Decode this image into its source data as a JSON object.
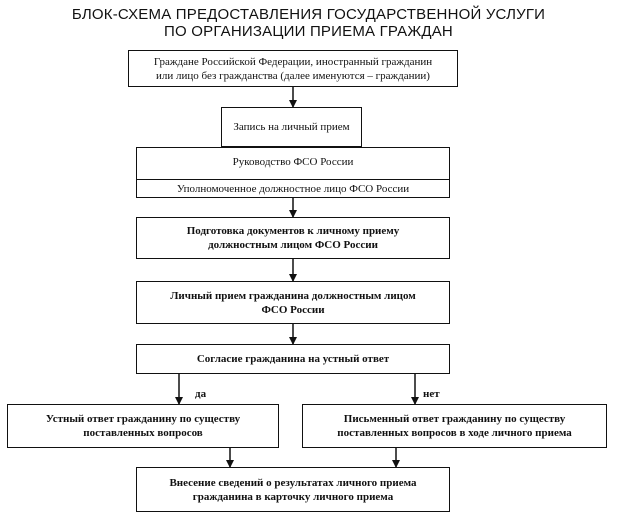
{
  "title": {
    "line1": "БЛОК-СХЕМА ПРЕДОСТАВЛЕНИЯ ГОСУДАРСТВЕННОЙ УСЛУГИ",
    "line2": "ПО ОРГАНИЗАЦИИ ПРИЕМА ГРАЖДАН"
  },
  "boxes": {
    "citizens": {
      "line1": "Граждане Российской Федерации, иностранный гражданин",
      "line2": "или лицо без гражданства (далее именуются – граждании)"
    },
    "appointment": {
      "line1": "Запись на личный прием"
    },
    "leadership": {
      "top": "Руководство ФСО России",
      "bottom": "Уполномоченное должностное лицо ФСО России"
    },
    "preparation": {
      "line1": "Подготовка документов к личному приему",
      "line2": "должностным лицом ФСО России"
    },
    "reception": {
      "line1": "Личный прием гражданина должностным лицом",
      "line2": "ФСО России"
    },
    "consent": {
      "line1": "Согласие гражданина на устный ответ"
    },
    "oral": {
      "line1": "Устный ответ гражданину по существу",
      "line2": "поставленных вопросов"
    },
    "written": {
      "line1": "Письменный ответ гражданину по существу",
      "line2": "поставленных вопросов в ходе личного приема"
    },
    "record": {
      "line1": "Внесение сведений о результатах личного приема",
      "line2": "гражданина в карточку личного приема"
    }
  },
  "branch_labels": {
    "yes": "да",
    "no": "нет"
  }
}
